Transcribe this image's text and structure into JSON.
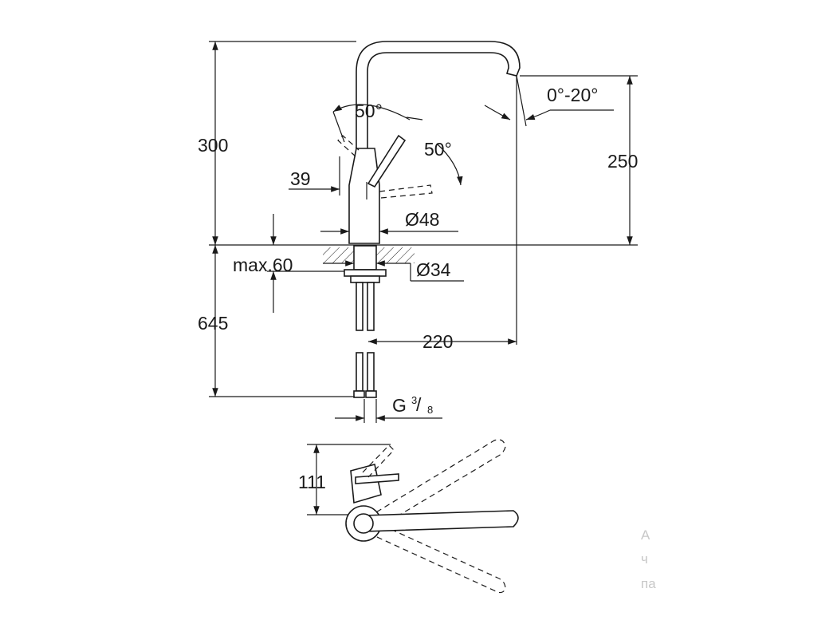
{
  "dimensions": {
    "height_total": "300",
    "swing_left": "50°",
    "swing_right": "50°",
    "spout_tilt": "0°-20°",
    "spout_height": "250",
    "lever_offset": "39",
    "body_diameter": "Ø48",
    "deck_thickness": "max.60",
    "hole_diameter": "Ø34",
    "hose_length": "645",
    "spout_reach": "220",
    "connection_thread": "G",
    "thread_numerator": "3",
    "thread_denominator": "8",
    "top_view_depth": "111"
  },
  "watermark": {
    "line1": "А",
    "line2": "ч",
    "line3": "па"
  },
  "colors": {
    "line": "#1a1a1a",
    "ghost": "#c8c8c8",
    "background": "#ffffff"
  }
}
